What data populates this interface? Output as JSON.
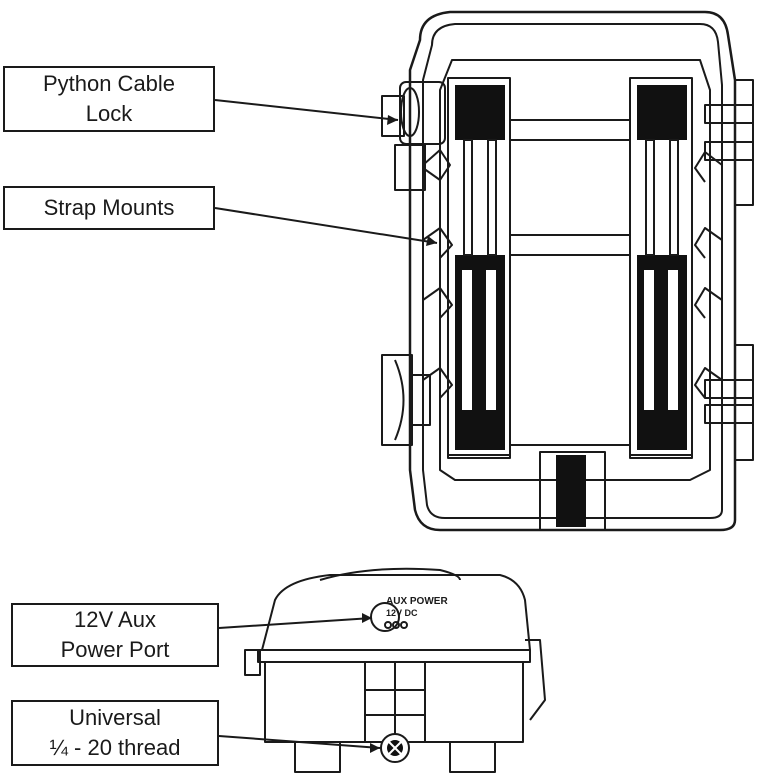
{
  "callouts": {
    "python_cable_lock": [
      "Python Cable",
      "Lock"
    ],
    "strap_mounts": [
      "Strap Mounts"
    ],
    "aux_power_port": [
      "12V Aux",
      "Power Port"
    ],
    "universal_thread": [
      "Universal",
      "¼ - 20 thread"
    ]
  },
  "aux_port_label": {
    "line1": "AUX POWER",
    "line2": "12V DC"
  },
  "colors": {
    "line": "#1a1a1a",
    "strap": "#111111",
    "background": "#ffffff"
  }
}
